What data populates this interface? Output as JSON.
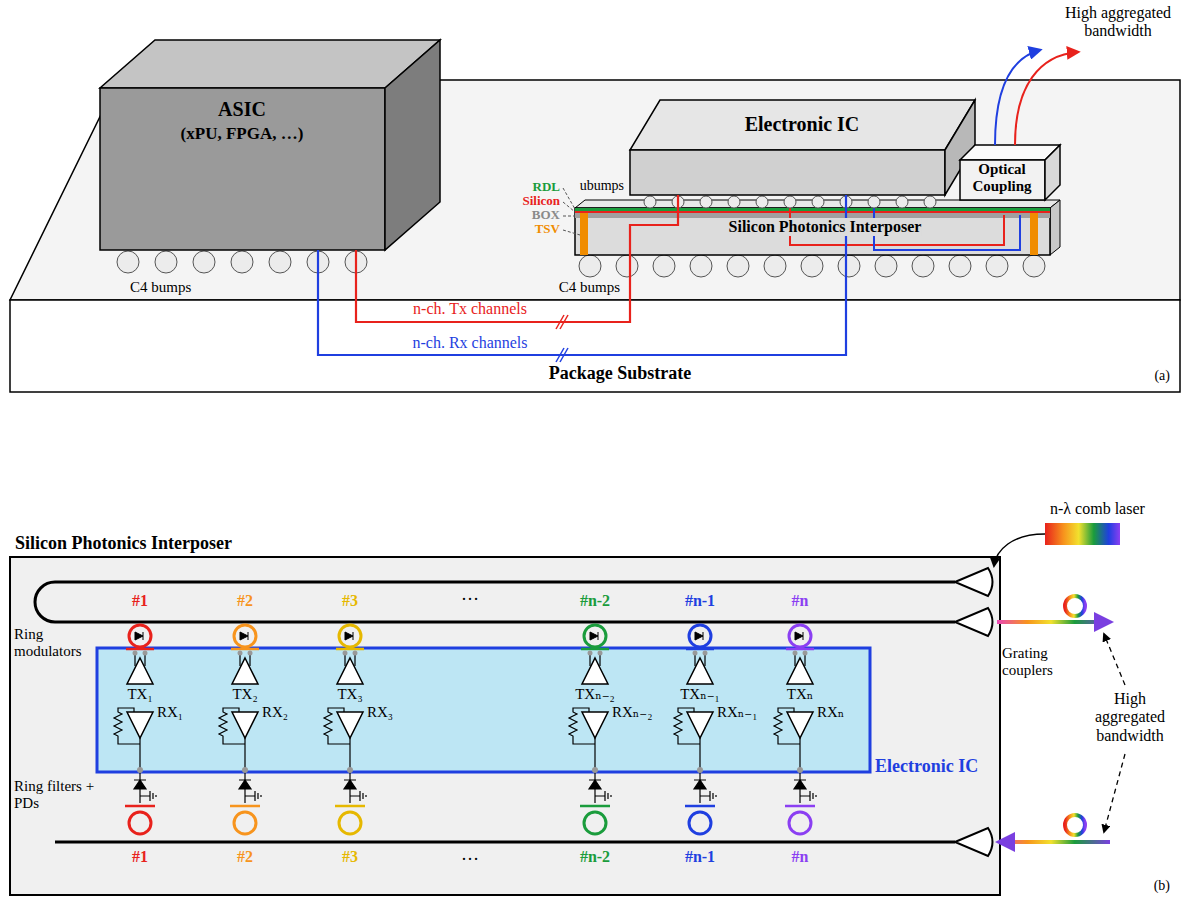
{
  "diagram": {
    "nodes": [
      {
        "text": [
          "Package Substrate"
        ]
      },
      {
        "text": [
          "ASIC",
          "(xPU, FPGA, …)"
        ],
        "in": 0
      },
      {
        "text": [
          "Silicon Photonics Interposer"
        ],
        "in": 0
      },
      {
        "text": [
          "Electronic IC"
        ],
        "in": 0
      },
      {
        "text": [
          "Optical Coupling"
        ],
        "in": 0
      },
      {
        "text": [
          "Silicon Photonics Interposer"
        ]
      },
      {
        "text": [
          "Electronic IC"
        ],
        "in": 5
      }
    ],
    "edges": [
      {
        "from": 1,
        "to": 3,
        "label": "n-ch. Tx channels",
        "arrow": "none"
      },
      {
        "from": 1,
        "to": 3,
        "label": "n-ch. Rx channels",
        "arrow": "none"
      }
    ],
    "labels": [
      "ubumps",
      "RDL",
      "Silicon",
      "BOX",
      "TSV",
      "C4 bumps",
      "C4 bumps",
      "High aggregated bandwidth",
      "(a)",
      "n-λ comb laser",
      "#1",
      "#2",
      "#3",
      "#n-2",
      "#n-1",
      "#n",
      "…",
      "Ring modulators",
      "Grating couplers",
      "High aggregated bandwidth",
      "TX₁",
      "TX₂",
      "TX₃",
      "TXₙ₋₂",
      "TXₙ₋₁",
      "TXₙ",
      "RX₁",
      "RX₂",
      "RX₃",
      "RXₙ₋₂",
      "RXₙ₋₁",
      "RXₙ",
      "Ring filters + PDs",
      "#1",
      "#2",
      "#3",
      "#n-2",
      "#n-1",
      "#n",
      "…",
      "(b)"
    ]
  }
}
